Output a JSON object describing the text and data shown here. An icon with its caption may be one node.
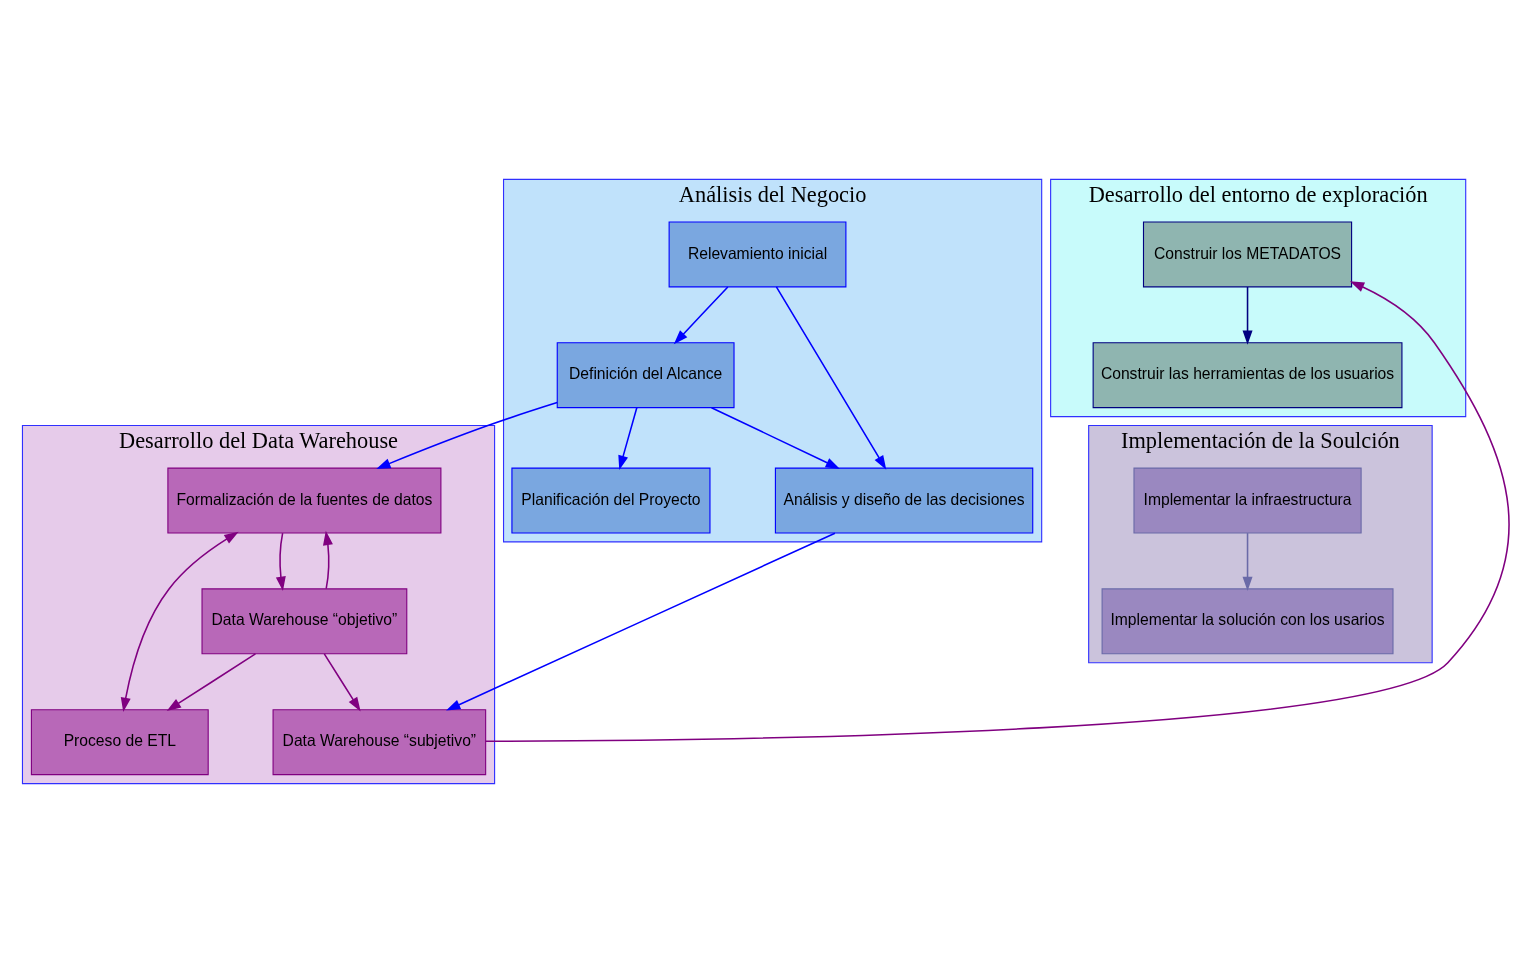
{
  "diagram": {
    "nodes": [
      {
        "text": [
          "Análisis del Negocio"
        ]
      },
      {
        "text": [
          "Relevamiento inicial"
        ],
        "in": 0
      },
      {
        "text": [
          "Planificación del Proyecto"
        ],
        "in": 0
      },
      {
        "text": [
          "Definición del Alcance"
        ],
        "in": 0
      },
      {
        "text": [
          "Análisis y diseño de las decisiones"
        ],
        "in": 0
      },
      {
        "text": [
          "Desarrollo del entorno de exploración"
        ]
      },
      {
        "text": [
          "Construir los METADATOS"
        ],
        "in": 5
      },
      {
        "text": [
          "Construir las herramientas de los usuarios"
        ],
        "in": 5
      },
      {
        "text": [
          "Desarrollo del Data Warehouse"
        ]
      },
      {
        "text": [
          "Formalización de la fuentes de datos"
        ],
        "in": 8
      },
      {
        "text": [
          "Data Warehouse “subjetivo”"
        ],
        "in": 8
      },
      {
        "text": [
          "Data Warehouse “objetivo”"
        ],
        "in": 8
      },
      {
        "text": [
          "Proceso de ETL"
        ],
        "in": 8
      },
      {
        "text": [
          "Implementación de la Soulción"
        ]
      },
      {
        "text": [
          "Implementar la infraestructura"
        ],
        "in": 13
      },
      {
        "text": [
          "Implementar la solución con los usarios"
        ],
        "in": 13
      }
    ],
    "edges": [
      {
        "from": 1,
        "to": 3,
        "arrow": "to",
        "color": "#0000ff"
      },
      {
        "from": 1,
        "to": 4,
        "arrow": "to",
        "color": "#0000ff"
      },
      {
        "from": 3,
        "to": 2,
        "arrow": "to",
        "color": "#0000ff"
      },
      {
        "from": 3,
        "to": 4,
        "arrow": "to",
        "color": "#0000ff"
      },
      {
        "from": 3,
        "to": 9,
        "arrow": "to",
        "color": "#0000ff"
      },
      {
        "from": 4,
        "to": 10,
        "arrow": "to",
        "color": "#0000ff"
      },
      {
        "from": 10,
        "to": 6,
        "arrow": "to",
        "color": "#800080"
      },
      {
        "from": 6,
        "to": 7,
        "arrow": "to",
        "color": "#000080"
      },
      {
        "from": 9,
        "to": 11,
        "arrow": "to",
        "color": "#800080"
      },
      {
        "from": 11,
        "to": 9,
        "arrow": "to",
        "color": "#800080"
      },
      {
        "from": 11,
        "to": 10,
        "arrow": "to",
        "color": "#800080"
      },
      {
        "from": 11,
        "to": 12,
        "arrow": "to",
        "color": "#800080"
      },
      {
        "from": 9,
        "to": 12,
        "arrow": "both",
        "color": "#800080"
      },
      {
        "from": 14,
        "to": 15,
        "arrow": "to",
        "color": "#6a6aa8"
      }
    ]
  }
}
